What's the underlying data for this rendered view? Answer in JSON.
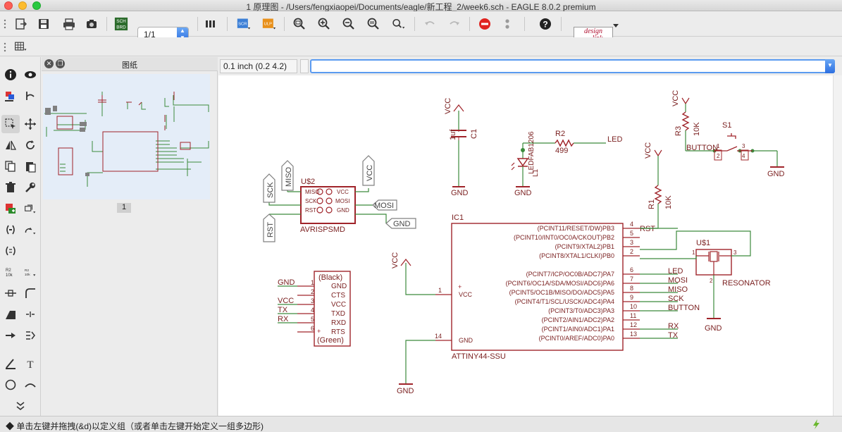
{
  "window": {
    "title": "1 原理图 - /Users/fengxiaopei/Documents/eagle/新工程_2/week6.sch - EAGLE 8.0.2 premium"
  },
  "toolbar": {
    "sheet_value": "1/1",
    "designlink_line1": "design",
    "designlink_line2": "link",
    "sch_brd_line1": "SCH",
    "sch_brd_line2": "BRD",
    "scr_label": "SCR",
    "ulp_label": "ULP"
  },
  "sheets_panel": {
    "title": "图纸",
    "sheet_number": "1"
  },
  "coordinate": "0.1 inch (0.2 4.2)",
  "command_line": {
    "value": ""
  },
  "status": {
    "text": "单击左键并拖拽(&d)以定义组（或者单击左键开始定义一组多边形)"
  },
  "schematic": {
    "vcc": "VCC",
    "gnd": "GND",
    "c1": {
      "name": "C1",
      "value": "1uf"
    },
    "r2": {
      "name": "R2",
      "value": "499"
    },
    "led_net": "LED",
    "l1": {
      "name": "L1",
      "value": "LEDFAB1206"
    },
    "r3": {
      "name": "R3",
      "value": "10K"
    },
    "s1": {
      "name": "S1",
      "label": "BUTTON",
      "pins": [
        "1",
        "2",
        "3",
        "4"
      ]
    },
    "r1": {
      "name": "R1",
      "value": "10K"
    },
    "rst_net": "RST",
    "u2": {
      "name": "U$2",
      "value": "AVRISPSMD",
      "pins_left": [
        "MISO",
        "SCK",
        "RST"
      ],
      "pins_right": [
        "VCC",
        "MOSI",
        "GND"
      ],
      "ports": {
        "sck": "SCK",
        "miso": "MISO",
        "vcc": "VCC",
        "mosi": "MOSI",
        "rst": "RST",
        "gnd": "GND"
      }
    },
    "ic1": {
      "name": "IC1",
      "value": "ATTINY44-SSU",
      "left_pins": [
        {
          "num": "1",
          "name": "VCC"
        },
        {
          "num": "14",
          "name": "GND"
        }
      ],
      "right_pins": [
        {
          "num": "4",
          "name": "(PCINT11/RESET/DW)PB3",
          "net": "RST"
        },
        {
          "num": "5",
          "name": "(PCINT10/INT0/OC0A/CKOUT)PB2",
          "net": ""
        },
        {
          "num": "3",
          "name": "(PCINT9/XTAL2)PB1",
          "net": ""
        },
        {
          "num": "2",
          "name": "(PCINT8/XTAL1/CLKI)PB0",
          "net": ""
        },
        {
          "num": "6",
          "name": "(PCINT7/ICP/OC0B/ADC7)PA7",
          "net": "LED"
        },
        {
          "num": "7",
          "name": "(PCINT6/OC1A/SDA/MOSI/ADC6)PA6",
          "net": "MOSI"
        },
        {
          "num": "8",
          "name": "(PCINT5/OC1B/MISO/DO/ADC5)PA5",
          "net": "MISO"
        },
        {
          "num": "9",
          "name": "(PCINT4/T1/SCL/USCK/ADC4)PA4",
          "net": "SCK"
        },
        {
          "num": "10",
          "name": "(PCINT3/T0/ADC3)PA3",
          "net": "BUTTON"
        },
        {
          "num": "11",
          "name": "(PCINT2/AIN1/ADC2)PA2",
          "net": ""
        },
        {
          "num": "12",
          "name": "(PCINT1/AIN0/ADC1)PA1",
          "net": "RX"
        },
        {
          "num": "13",
          "name": "(PCINT0/AREF/ADC0)PA0",
          "net": "TX"
        }
      ]
    },
    "u1": {
      "name": "U$1",
      "value": "RESONATOR",
      "pins": [
        "1",
        "2",
        "3"
      ]
    },
    "ftdi": {
      "top": "(Black)",
      "bottom": "(Green)",
      "pins": [
        {
          "num": "1",
          "name": "GND",
          "net": "GND"
        },
        {
          "num": "2",
          "name": "CTS",
          "net": ""
        },
        {
          "num": "3",
          "name": "VCC",
          "net": "VCC"
        },
        {
          "num": "4",
          "name": "TXD",
          "net": "TX"
        },
        {
          "num": "5",
          "name": "RXD",
          "net": "RX"
        },
        {
          "num": "6",
          "name": "RTS",
          "net": ""
        }
      ]
    }
  },
  "colors": {
    "wire": "#3c8a3c",
    "symbol": "#a0242a",
    "text": "#7a1f1f",
    "port": "#808080",
    "close_red": "#e0231f",
    "status_bolt": "#6ab82e"
  }
}
